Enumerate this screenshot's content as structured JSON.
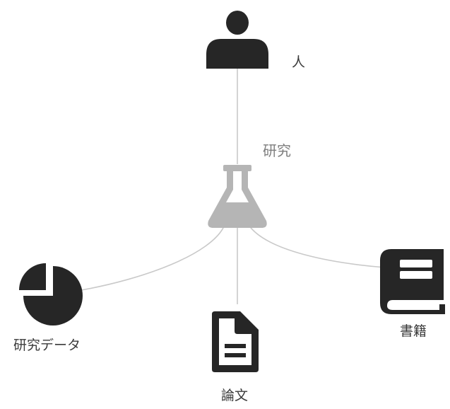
{
  "diagram": {
    "hub": {
      "label": "研究",
      "icon": "flask-icon",
      "color": "#b5b5b5"
    },
    "nodes": [
      {
        "id": "person",
        "label": "人",
        "icon": "person-icon",
        "color": "#262626"
      },
      {
        "id": "research-data",
        "label": "研究データ",
        "icon": "pie-chart-icon",
        "color": "#262626"
      },
      {
        "id": "paper",
        "label": "論文",
        "icon": "document-icon",
        "color": "#262626"
      },
      {
        "id": "book",
        "label": "書籍",
        "icon": "book-icon",
        "color": "#262626"
      }
    ],
    "connector_color": "#c9c9c9"
  }
}
